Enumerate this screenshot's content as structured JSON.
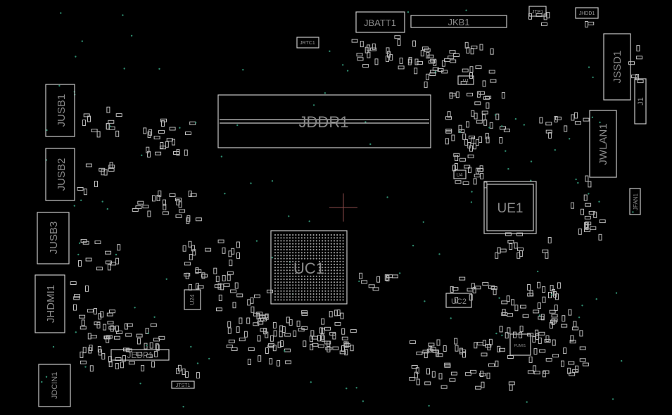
{
  "board": {
    "colors": {
      "background": "#000000",
      "outline": "#c8c8c8",
      "label": "#8a8a8a",
      "via": "#2e8b6e",
      "crosshair": "#8a4a4a"
    },
    "components": [
      {
        "ref": "JBATT1",
        "kind": "connector"
      },
      {
        "ref": "JKB1",
        "kind": "connector"
      },
      {
        "ref": "JTP1",
        "kind": "connector"
      },
      {
        "ref": "JHDD1",
        "kind": "connector"
      },
      {
        "ref": "JRTC1",
        "kind": "connector"
      },
      {
        "ref": "JSSD1",
        "kind": "connector"
      },
      {
        "ref": "J1",
        "kind": "connector"
      },
      {
        "ref": "JWLAN1",
        "kind": "connector"
      },
      {
        "ref": "JFAN1",
        "kind": "connector"
      },
      {
        "ref": "JDDR1",
        "kind": "memory-slot"
      },
      {
        "ref": "UC1",
        "kind": "bga"
      },
      {
        "ref": "UE1",
        "kind": "ic"
      },
      {
        "ref": "UC2",
        "kind": "ic"
      },
      {
        "ref": "U24",
        "kind": "ic"
      },
      {
        "ref": "U1",
        "kind": "ic"
      },
      {
        "ref": "U4",
        "kind": "ic"
      },
      {
        "ref": "PUM01",
        "kind": "ic"
      },
      {
        "ref": "JUSB1",
        "kind": "connector"
      },
      {
        "ref": "JUSB2",
        "kind": "connector"
      },
      {
        "ref": "JUSB3",
        "kind": "connector"
      },
      {
        "ref": "JHDMI1",
        "kind": "connector"
      },
      {
        "ref": "JDCIN1",
        "kind": "connector"
      },
      {
        "ref": "JEDP1",
        "kind": "connector"
      },
      {
        "ref": "JTST1",
        "kind": "connector"
      }
    ]
  }
}
